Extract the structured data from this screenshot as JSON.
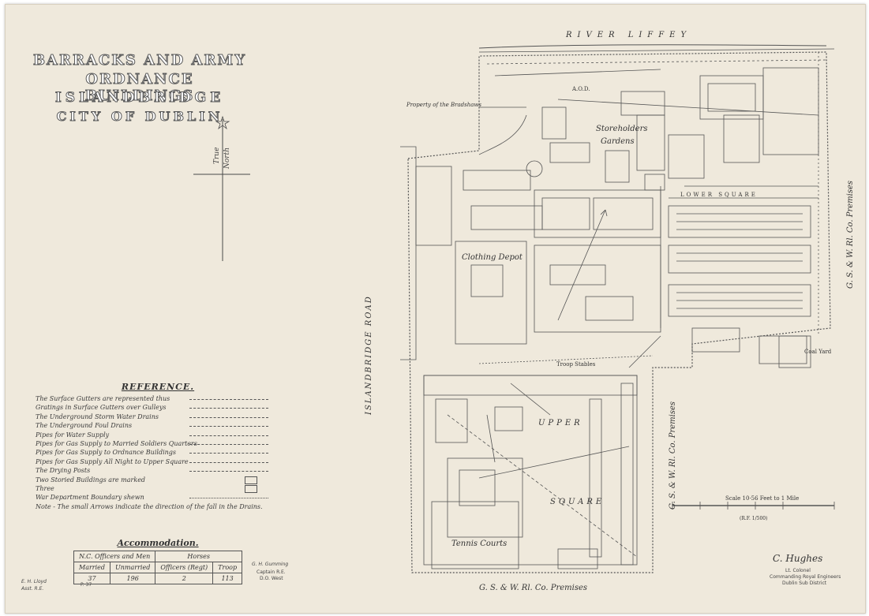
{
  "title": {
    "line1": "BARRACKS AND ARMY",
    "line2": "ORDNANCE BUILDINGS",
    "line3": "ISLANDBRIDGE",
    "line4": "CITY OF DUBLIN"
  },
  "north": {
    "label1": "True",
    "label2": "North"
  },
  "reference": {
    "title": "REFERENCE.",
    "rows": [
      "The Surface Gutters are represented thus",
      "Gratings in Surface Gutters over Gulleys",
      "The Underground Storm Water Drains",
      "The Underground Foul Drains",
      "Pipes for Water Supply",
      "Pipes for Gas Supply to Married Soldiers Quarters",
      "Pipes for Gas Supply to Ordnance Buildings",
      "Pipes for Gas Supply All Night to Upper Square",
      "The Drying Posts",
      "Two Storied Buildings are marked",
      "Three",
      "War Department Boundary shewn",
      "Note - The small Arrows indicate the direction of the fall in the Drains."
    ]
  },
  "accommodation": {
    "title": "Accommodation.",
    "group1": "N.C. Officers and Men",
    "group2": "Horses",
    "headers": [
      "Married",
      "Unmarried",
      "Officers (Regt)",
      "Troop"
    ],
    "values": [
      "37",
      "196",
      "2",
      "113"
    ]
  },
  "map": {
    "river": "RIVER LIFFEY",
    "road": "ISLANDBRIDGE ROAD",
    "premises_bottom": "G. S. & W. Rl. Co. Premises",
    "premises_right": "G. S. & W. Rl. Co. Premises",
    "premises_mid": "G. S. & W. Rl. Co. Premises",
    "property": "Property of the Bradshaws",
    "storeholders": "Storeholders",
    "gardens": "Gardens",
    "aod": "A.O.D.",
    "clothing": "Clothing Depot",
    "lower_square": "LOWER SQUARE",
    "upper": "UPPER",
    "square": "SQUARE",
    "tennis": "Tennis Courts",
    "stables": "Troop Stables",
    "coal": "Coal Yard",
    "scale": "Scale 10·56 Feet to 1 Mile",
    "rf": "(R.F. 1/500)"
  },
  "signatures": {
    "left_name": "E. H. Lloyd",
    "left_sub": "Asst. R.E.",
    "mid_name": "G. H. Gumming",
    "mid_sub1": "Captain R.E.",
    "mid_sub2": "D.O. West",
    "right_sig": "C. Hughes",
    "right_sub1": "Lt. Colonel",
    "right_sub2": "Commanding Royal Engineers",
    "right_sub3": "Dublin Sub District",
    "sheet_no": "P. 37"
  },
  "colors": {
    "paper": "#efe9dc",
    "ink": "#4a4a4a"
  }
}
